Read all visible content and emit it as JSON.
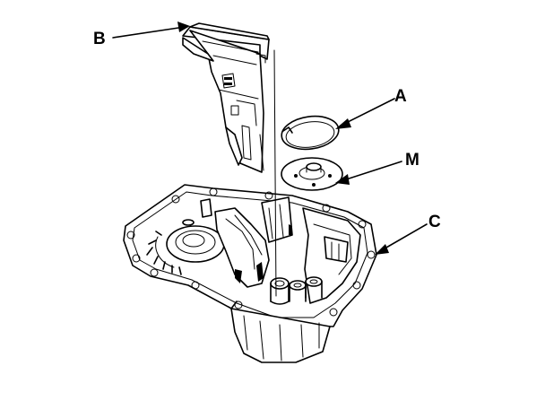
{
  "labels": {
    "b": "B",
    "a": "A",
    "m": "M",
    "c": "C"
  }
}
